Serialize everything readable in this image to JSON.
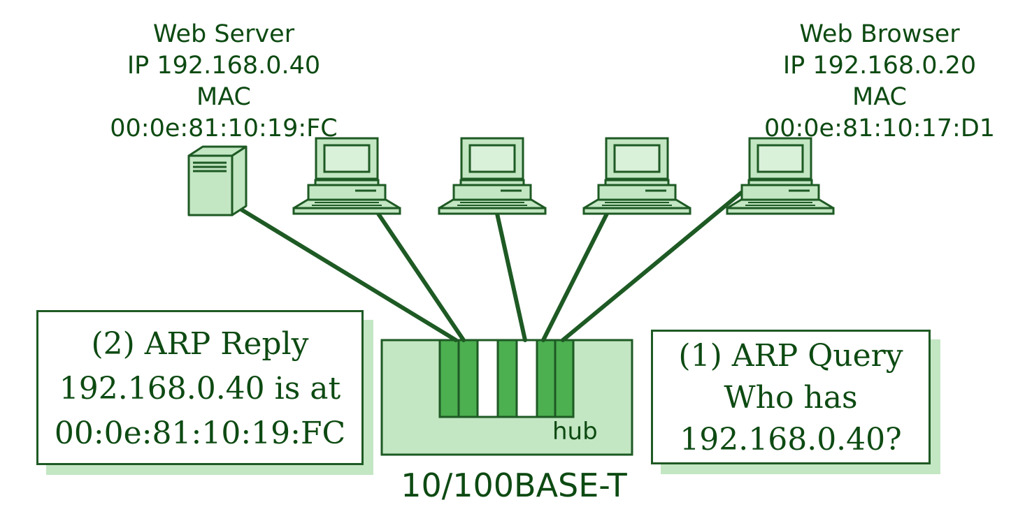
{
  "colors": {
    "device_fill": "#c3e6c3",
    "device_stroke": "#1e5a24",
    "cable": "#1e5a24",
    "port_green": "#4caf50",
    "hub_fill": "#c3e6c3",
    "text": "#0d4a12"
  },
  "server": {
    "name": "Web Server",
    "ip": "IP 192.168.0.40",
    "mac_label": "MAC",
    "mac": "00:0e:81:10:19:FC",
    "icon": "server-tower-icon"
  },
  "browser": {
    "name": "Web Browser",
    "ip": "IP 192.168.0.20",
    "mac_label": "MAC",
    "mac": "00:0e:81:10:17:D1",
    "icon": "desktop-computer-icon"
  },
  "other_hosts": {
    "count": 3,
    "icon": "desktop-computer-icon"
  },
  "reply": {
    "title": "(2) ARP Reply",
    "line1": "192.168.0.40 is at",
    "line2": "00:0e:81:10:19:FC"
  },
  "query": {
    "title": "(1) ARP Query",
    "line1": "Who has",
    "line2": "192.168.0.40?"
  },
  "hub": {
    "name": "hub",
    "caption": "10/100BASE-T",
    "ports": [
      "green",
      "green",
      "white",
      "green",
      "white",
      "green",
      "green"
    ]
  }
}
